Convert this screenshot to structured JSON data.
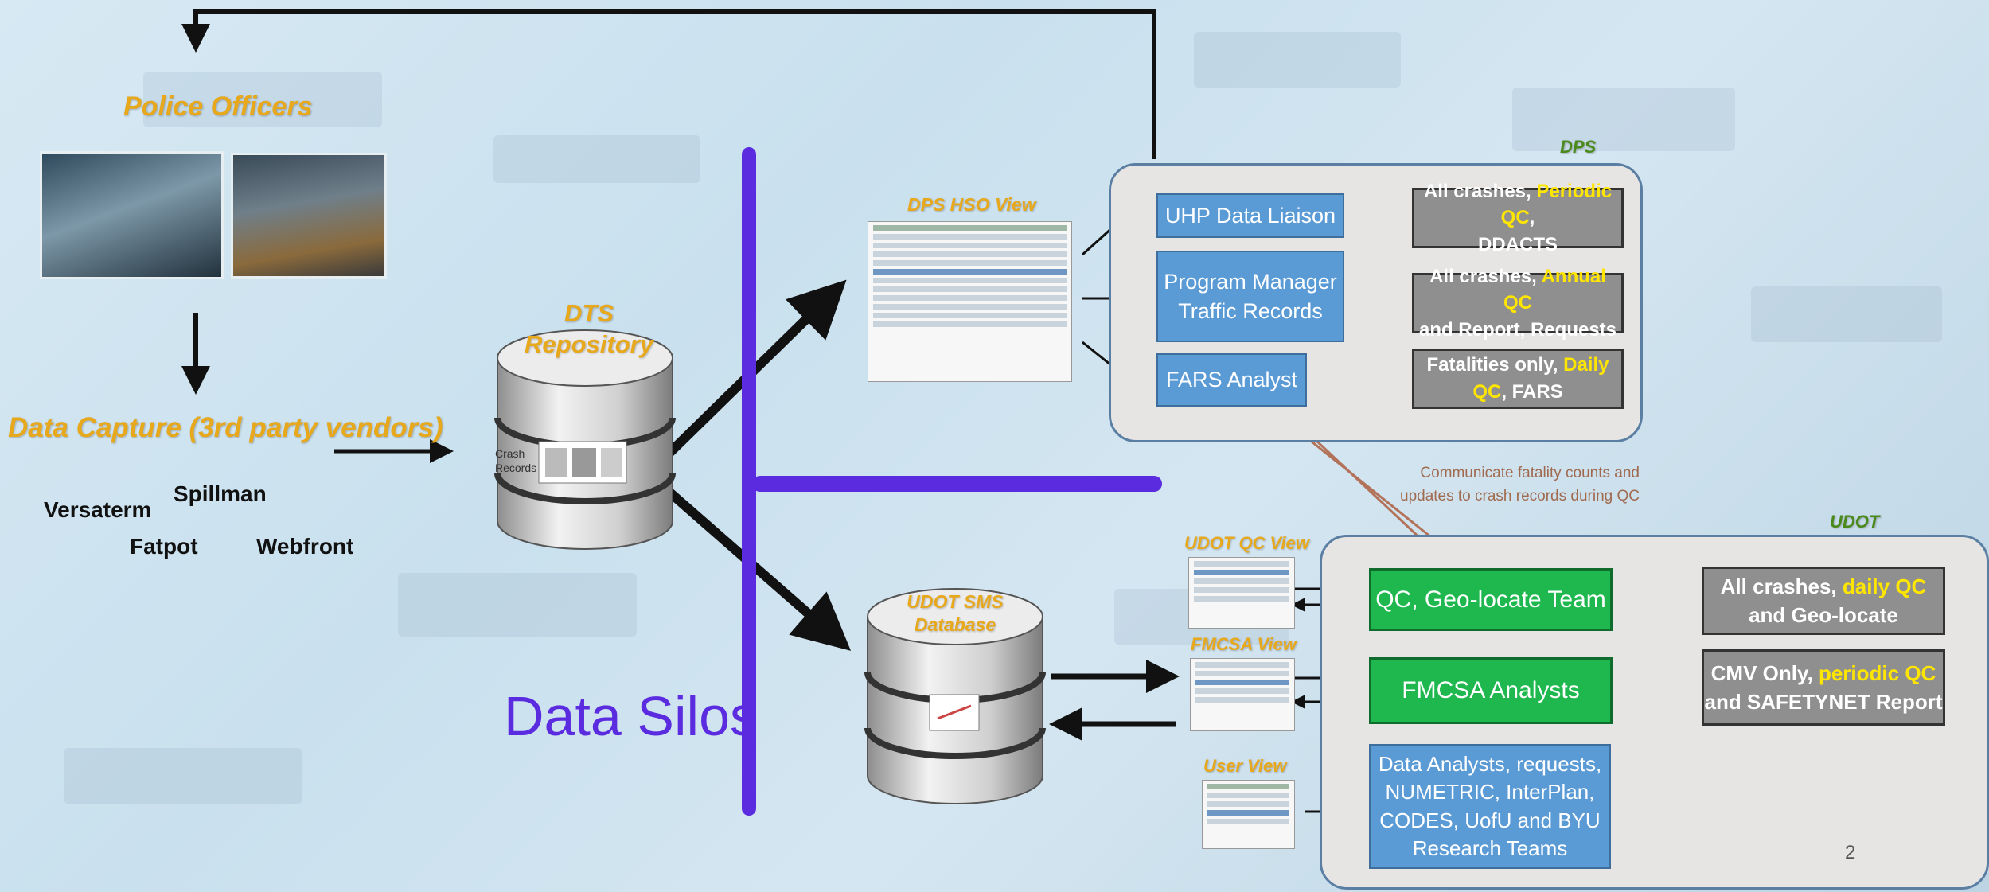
{
  "left": {
    "police_title": "Police Officers",
    "capture_title": "Data Capture (3rd party vendors)",
    "vendors": [
      "Versaterm",
      "Spillman",
      "Fatpot",
      "Webfront"
    ]
  },
  "dts": {
    "title_line1": "DTS",
    "title_line2": "Repository",
    "label_line1": "Crash",
    "label_line2": "Records"
  },
  "udot_sms": {
    "title_line1": "UDOT SMS",
    "title_line2": "Database"
  },
  "silos_label": "Data Silos",
  "views": {
    "dps_hso": "DPS HSO View",
    "udot_qc": "UDOT QC View",
    "fmcsa": "FMCSA View",
    "user": "User View"
  },
  "dps": {
    "panel_label": "DPS",
    "uhp": "UHP Data Liaison",
    "pm_line1": "Program Manager",
    "pm_line2": "Traffic Records",
    "fars": "FARS Analyst",
    "out1_a": "All crashes, ",
    "out1_hl": "Periodic QC",
    "out1_b": ",",
    "out1_c": "DDACTS",
    "out2_a": "All crashes, ",
    "out2_hl": "Annual QC",
    "out2_b": "and Report, Requests",
    "out3_a": "Fatalities only, ",
    "out3_hl1": "Daily",
    "out3_hl2": "QC",
    "out3_b": ", FARS"
  },
  "communicate_line1": "Communicate fatality counts and",
  "communicate_line2": "updates to crash records during QC",
  "udot": {
    "panel_label": "UDOT",
    "qc": "QC, Geo-locate Team",
    "fmcsa": "FMCSA Analysts",
    "analysts": [
      "Data Analysts, requests,",
      "NUMETRIC, InterPlan,",
      "CODES, UofU and BYU",
      "Research Teams"
    ],
    "out1_a": "All crashes, ",
    "out1_hl": "daily QC",
    "out1_b": "and Geo-locate",
    "out2_a": "CMV Only, ",
    "out2_hl": "periodic QC",
    "out2_b": "and SAFETYNET Report"
  },
  "page_number": "2",
  "colors": {
    "silo_bar": "#5b2be0",
    "title_yellow": "#e8a81c",
    "blue_box": "#5b9bd5",
    "green_box": "#1eb84f",
    "grey_box": "#8f8f8f",
    "highlight": "#ffe600"
  }
}
